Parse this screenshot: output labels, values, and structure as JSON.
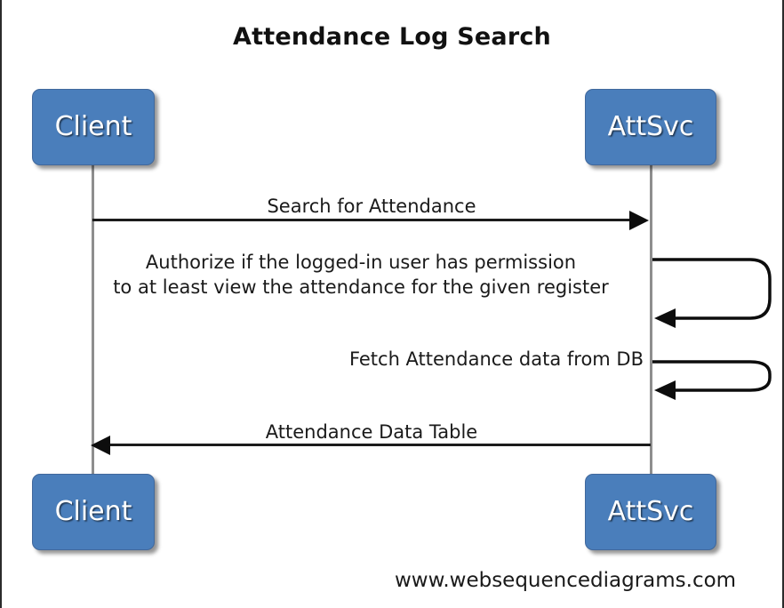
{
  "diagram": {
    "title": "Attendance Log Search",
    "type": "uml-sequence-diagram",
    "footer": "www.websequencediagrams.com",
    "colors": {
      "participant_fill": "#4a7ebb",
      "participant_text": "#ffffff",
      "line": "#1c1c1c",
      "lifeline": "#8e8e8e",
      "background": "#ffffff"
    },
    "participants": [
      {
        "id": "client",
        "label": "Client"
      },
      {
        "id": "attsvc",
        "label": "AttSvc"
      }
    ],
    "messages": [
      {
        "id": "m1",
        "label": "Search for Attendance",
        "from": "client",
        "to": "attsvc",
        "kind": "call",
        "direction": "right"
      },
      {
        "id": "m2",
        "label_line1": "Authorize if the logged-in user has permission",
        "label_line2": "to at least view the attendance for the given register",
        "from": "attsvc",
        "to": "attsvc",
        "kind": "self",
        "direction": "self"
      },
      {
        "id": "m3",
        "label": "Fetch Attendance data from DB",
        "from": "attsvc",
        "to": "attsvc",
        "kind": "self",
        "direction": "self"
      },
      {
        "id": "m4",
        "label": "Attendance Data Table",
        "from": "attsvc",
        "to": "client",
        "kind": "return",
        "direction": "left"
      }
    ]
  }
}
